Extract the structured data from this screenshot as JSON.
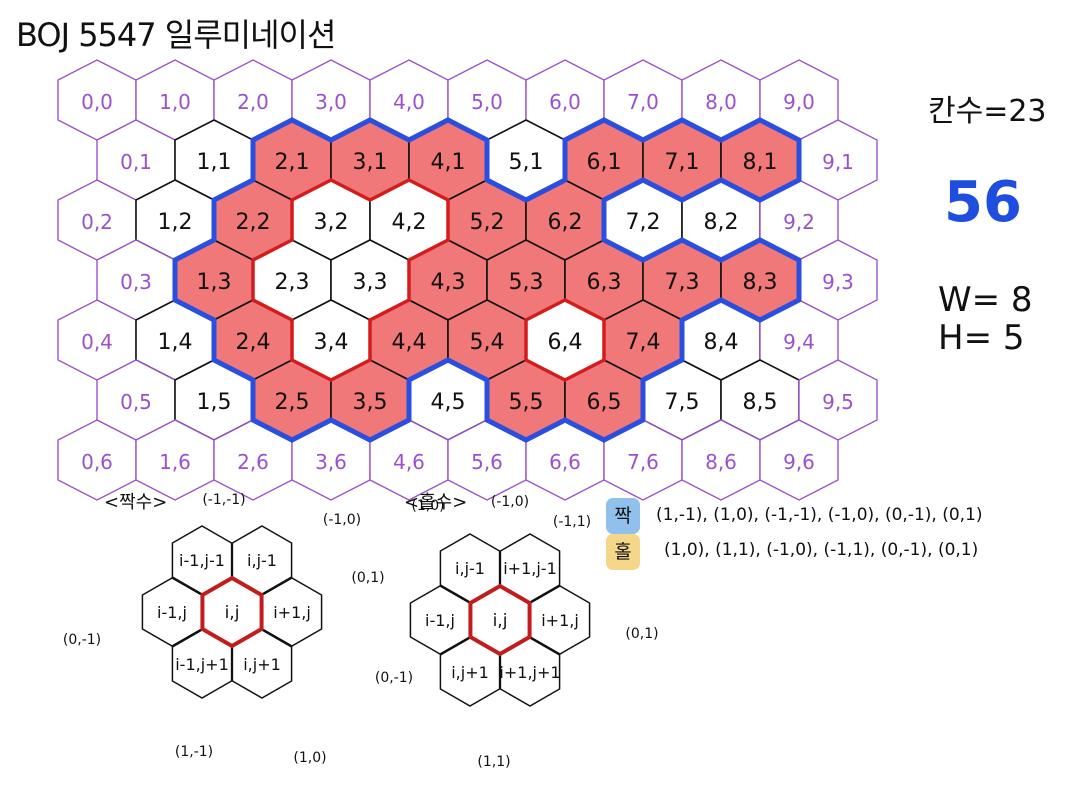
{
  "title": "BOJ 5547 일루미네이션",
  "summary": {
    "count_label": "칸수=23",
    "answer": "56",
    "w_label": "W= 8",
    "h_label": "H= 5"
  },
  "grid": {
    "cols": 10,
    "rows": 7,
    "labels": [
      [
        "0,0",
        "1,0",
        "2,0",
        "3,0",
        "4,0",
        "5,0",
        "6,0",
        "7,0",
        "8,0",
        "9,0"
      ],
      [
        "0,1",
        "1,1",
        "2,1",
        "3,1",
        "4,1",
        "5,1",
        "6,1",
        "7,1",
        "8,1",
        "9,1"
      ],
      [
        "0,2",
        "1,2",
        "2,2",
        "3,2",
        "4,2",
        "5,2",
        "6,2",
        "7,2",
        "8,2",
        "9,2"
      ],
      [
        "0,3",
        "1,3",
        "2,3",
        "3,3",
        "4,3",
        "5,3",
        "6,3",
        "7,3",
        "8,3",
        "9,3"
      ],
      [
        "0,4",
        "1,4",
        "2,4",
        "3,4",
        "4,4",
        "5,4",
        "6,4",
        "7,4",
        "8,4",
        "9,4"
      ],
      [
        "0,5",
        "1,5",
        "2,5",
        "3,5",
        "4,5",
        "5,5",
        "6,5",
        "7,5",
        "8,5",
        "9,5"
      ],
      [
        "0,6",
        "1,6",
        "2,6",
        "3,6",
        "4,6",
        "5,6",
        "6,6",
        "7,6",
        "8,6",
        "9,6"
      ]
    ],
    "lit": [
      "2,1",
      "3,1",
      "4,1",
      "6,1",
      "7,1",
      "8,1",
      "2,2",
      "5,2",
      "6,2",
      "1,3",
      "4,3",
      "5,3",
      "6,3",
      "7,3",
      "8,3",
      "2,4",
      "4,4",
      "5,4",
      "7,4",
      "2,5",
      "3,5",
      "5,5",
      "6,5"
    ],
    "colors": {
      "lit_fill": "#f07878",
      "outer_edge": "#2a4fe0",
      "red_edge": "#d41c1c",
      "pad_stroke": "#9a52cc",
      "inner_stroke": "#111111"
    }
  },
  "even_diagram": {
    "heading": "<짝수>",
    "cells": [
      {
        "label": "i-1,j-1",
        "offset": "(-1,-1)"
      },
      {
        "label": "i,j-1",
        "offset": "(-1,0)"
      },
      {
        "label": "i+1,j",
        "offset": "(0,1)"
      },
      {
        "label": "i,j+1",
        "offset": "(1,0)"
      },
      {
        "label": "i-1,j+1",
        "offset": "(1,-1)"
      },
      {
        "label": "i-1,j",
        "offset": "(0,-1)"
      }
    ],
    "center": "i,j"
  },
  "odd_diagram": {
    "heading": "<홀수>",
    "cells": [
      {
        "label": "i,j-1",
        "offset": "(-1,0)"
      },
      {
        "label": "i+1,j-1",
        "offset": "(-1,1)"
      },
      {
        "label": "i+1,j",
        "offset": "(0,1)"
      },
      {
        "label": "i+1,j+1",
        "offset": "(1,1)"
      },
      {
        "label": "i,j+1",
        "offset": "(1,0)"
      },
      {
        "label": "i-1,j",
        "offset": "(0,-1)"
      }
    ],
    "center": "i,j"
  },
  "legend": {
    "even_label": "짝",
    "even_color": "#8fc1ec",
    "even_rule": "(1,-1), (1,0), (-1,-1), (-1,0), (0,-1), (0,1)",
    "odd_label": "홀",
    "odd_color": "#f6d78a",
    "odd_rule": "(1,0), (1,1), (-1,0), (-1,1), (0,-1), (0,1)"
  }
}
